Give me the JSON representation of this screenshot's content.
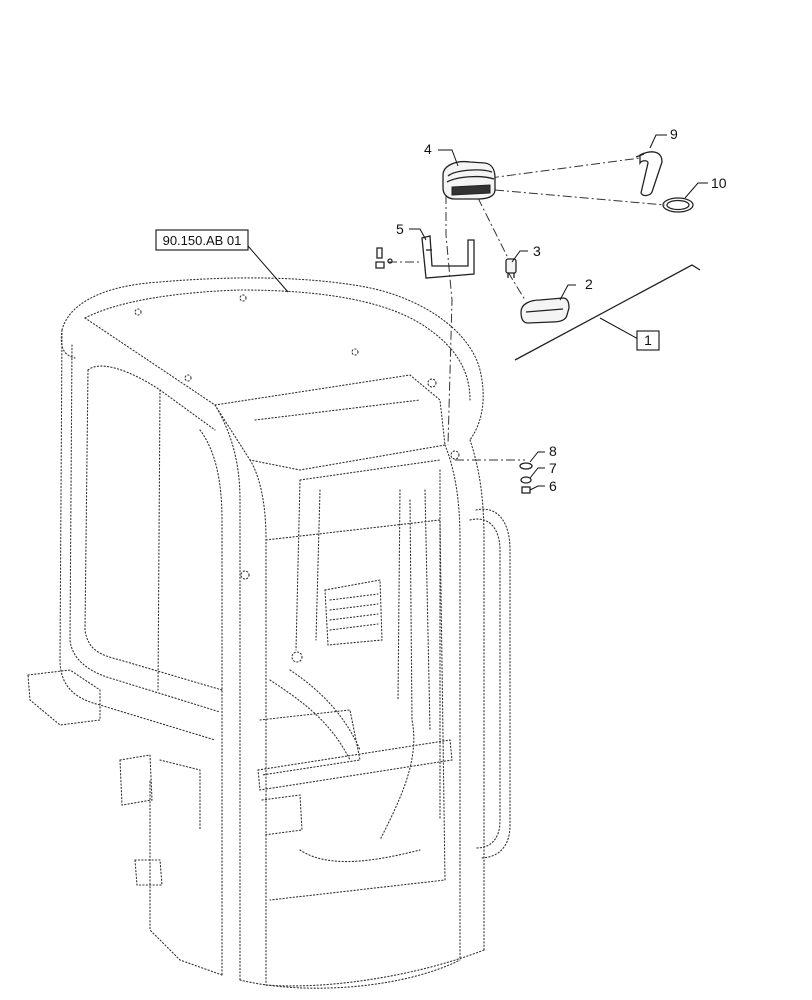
{
  "reference_label": "90.150.AB 01",
  "group_label": "1",
  "callouts": {
    "c1": "1",
    "c2": "2",
    "c3": "3",
    "c4": "4",
    "c5": "5",
    "c6": "6",
    "c7": "7",
    "c8": "8",
    "c9": "9",
    "c10": "10"
  }
}
